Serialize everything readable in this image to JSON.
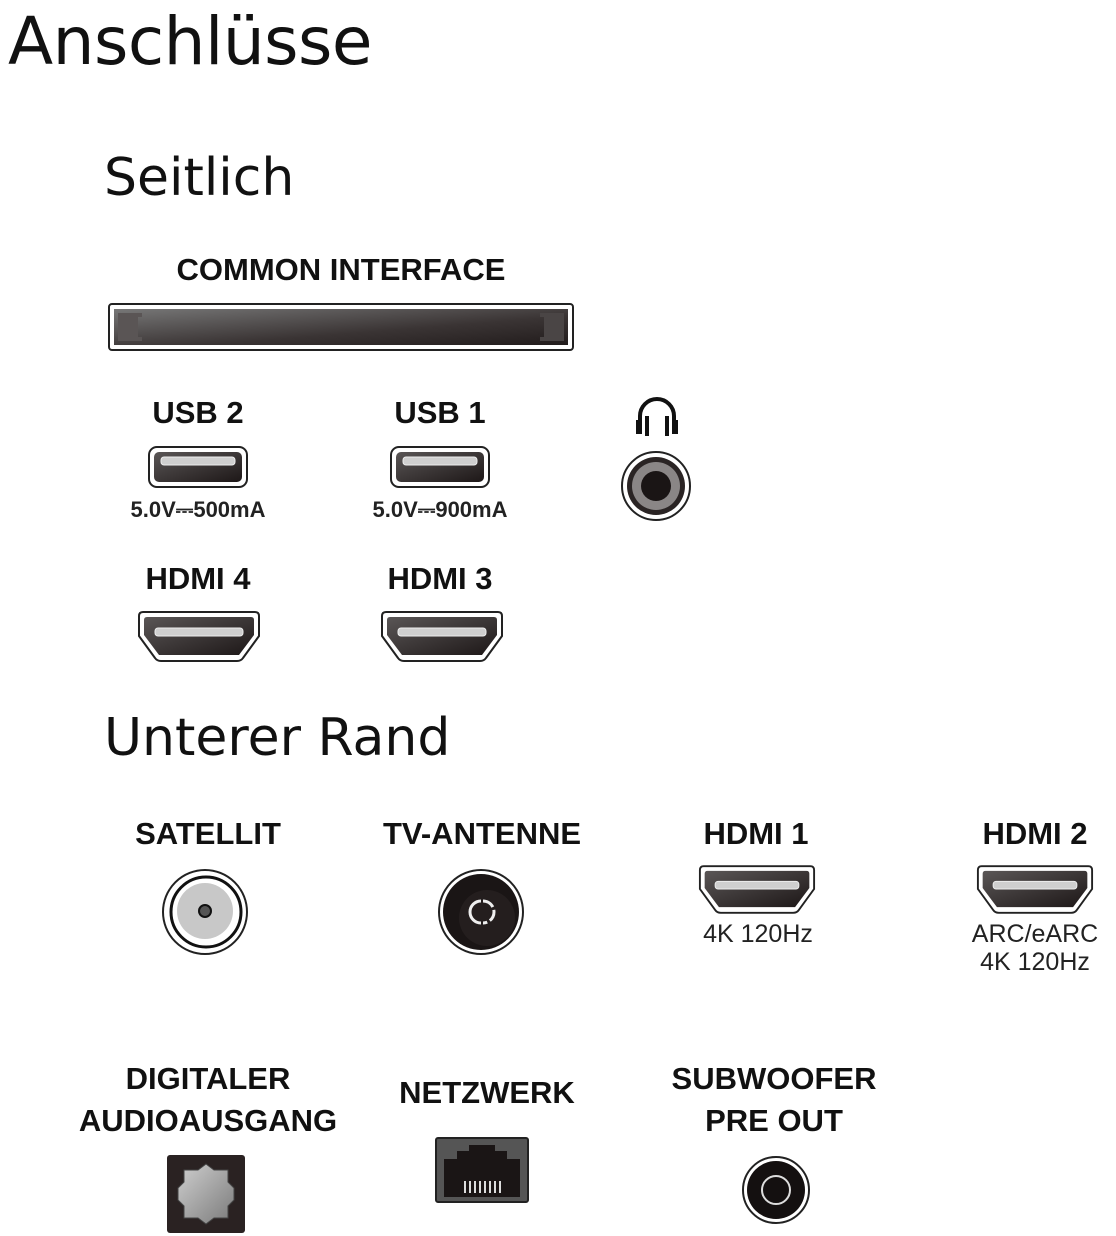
{
  "title": "Anschlüsse",
  "sections": {
    "side": {
      "heading": "Seitlich",
      "ports": {
        "common_interface": {
          "label": "COMMON INTERFACE",
          "icon": "ci-slot-icon"
        },
        "usb2": {
          "label": "USB 2",
          "spec": "5.0V⎓500mA",
          "icon": "usb-port-icon"
        },
        "usb1": {
          "label": "USB 1",
          "spec": "5.0V⎓900mA",
          "icon": "usb-port-icon"
        },
        "headphone": {
          "label": "",
          "icon": "headphone-icon",
          "jack_icon": "audio-jack-icon"
        },
        "hdmi4": {
          "label": "HDMI 4",
          "icon": "hdmi-port-icon"
        },
        "hdmi3": {
          "label": "HDMI 3",
          "icon": "hdmi-port-icon"
        }
      }
    },
    "bottom": {
      "heading": "Unterer Rand",
      "ports": {
        "satellite": {
          "label": "SATELLIT",
          "icon": "satellite-connector-icon"
        },
        "antenna": {
          "label": "TV-ANTENNE",
          "icon": "antenna-connector-icon"
        },
        "hdmi1": {
          "label": "HDMI 1",
          "spec1": "4K 120Hz",
          "icon": "hdmi-port-icon"
        },
        "hdmi2": {
          "label": "HDMI 2",
          "spec1": "ARC/eARC",
          "spec2": "4K 120Hz",
          "icon": "hdmi-port-icon"
        },
        "optical": {
          "label1": "DIGITALER",
          "label2": "AUDIOAUSGANG",
          "icon": "optical-port-icon"
        },
        "network": {
          "label": "NETZWERK",
          "icon": "ethernet-port-icon"
        },
        "subwoofer": {
          "label1": "SUBWOOFER",
          "label2": "PRE OUT",
          "icon": "rca-jack-icon"
        }
      }
    }
  },
  "colors": {
    "text": "#111111",
    "port_dark": "#2a2424",
    "port_gray": "#9a9a9a",
    "background": "#ffffff"
  }
}
